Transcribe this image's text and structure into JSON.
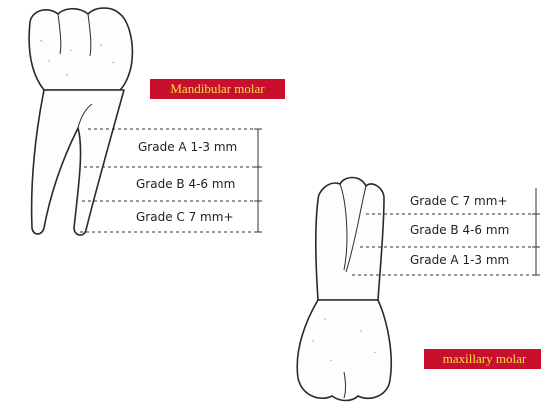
{
  "labels": {
    "mandibular": "Mandibular molar",
    "maxillary": "maxillary molar"
  },
  "mandibular_grades": [
    {
      "grade": "Grade A",
      "range": "1-3 mm"
    },
    {
      "grade": "Grade B",
      "range": "4-6 mm"
    },
    {
      "grade": "Grade C",
      "range": "7 mm+"
    }
  ],
  "maxillary_grades": [
    {
      "grade": "Grade C",
      "range": "7 mm+"
    },
    {
      "grade": "Grade B",
      "range": "4-6 mm"
    },
    {
      "grade": "Grade A",
      "range": "1-3 mm"
    }
  ],
  "colors": {
    "badge_bg": "#c8102e",
    "badge_text": "#f5e13a",
    "line": "#333333"
  }
}
